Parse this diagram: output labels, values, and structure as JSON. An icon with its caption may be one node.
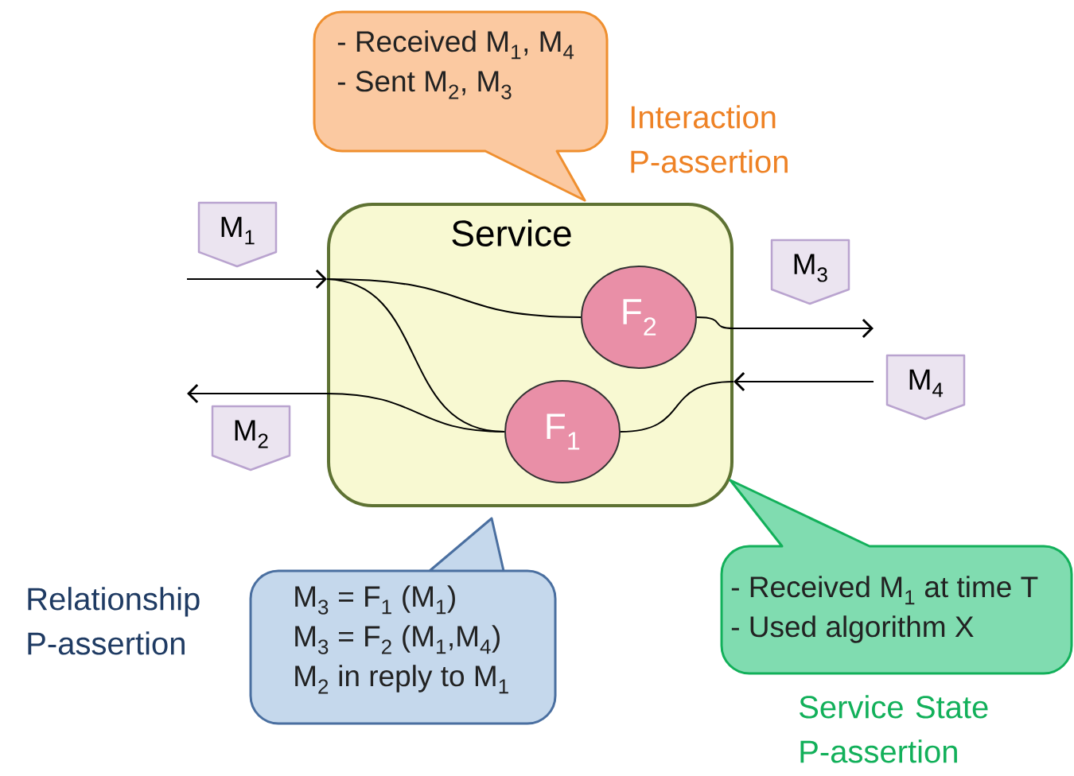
{
  "diagram": {
    "nodes": [
      {
        "text": [
          "Service"
        ]
      },
      {
        "text": [
          "F$_{2}$"
        ],
        "in": 0
      },
      {
        "text": [
          "F$_{1}$"
        ],
        "in": 0
      },
      {
        "text": [
          "- Received M$_{1}$, M$_{4}$",
          "- Sent M$_{2}$, M$_{3}$"
        ],
        "beside": [
          "Interaction P-assertion"
        ]
      },
      {
        "text": [
          "M$_{3}$ = F$_{1}$ (M$_{1}$)",
          "M$_{3}$ = F$_{2}$ (M$_{1}$,M$_{4}$)",
          "M$_{2}$ in reply to M$_{1}$"
        ],
        "beside": [
          "Relationship P-assertion"
        ]
      },
      {
        "text": [
          "- Received M$_{1}$ at time T",
          "- Used algorithm X"
        ],
        "beside": [
          "Service State P-assertion"
        ]
      },
      {
        "text": [
          "M$_{1}$"
        ]
      },
      {
        "text": [
          "M$_{2}$"
        ]
      },
      {
        "text": [
          "M$_{3}$"
        ]
      },
      {
        "text": [
          "M$_{4}$"
        ]
      }
    ],
    "edges": [
      {
        "from": null,
        "to": 0,
        "arrow": "to"
      },
      {
        "from": 0,
        "to": null,
        "arrow": "to"
      },
      {
        "from": 0,
        "to": null,
        "arrow": "to"
      },
      {
        "from": null,
        "to": 0,
        "arrow": "to"
      },
      {
        "from": 0,
        "to": 1,
        "arrow": "none"
      },
      {
        "from": 0,
        "to": 2,
        "arrow": "none"
      },
      {
        "from": 1,
        "to": 0,
        "arrow": "none"
      },
      {
        "from": 2,
        "to": 0,
        "arrow": "none"
      },
      {
        "from": 0,
        "to": 2,
        "arrow": "none"
      }
    ]
  }
}
